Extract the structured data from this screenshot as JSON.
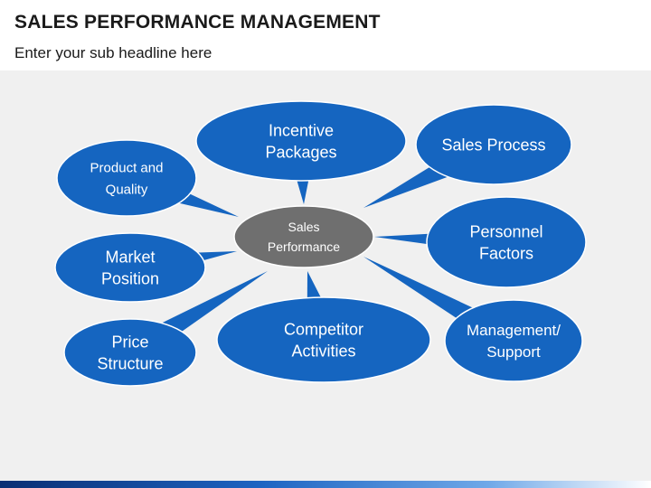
{
  "header": {
    "title": "SALES PERFORMANCE MANAGEMENT",
    "subtitle": "Enter your sub headline here"
  },
  "diagram": {
    "center": {
      "lines": [
        "Sales",
        "Performance"
      ]
    },
    "nodes": [
      {
        "id": "incentive-packages",
        "lines": [
          "Incentive",
          "Packages"
        ]
      },
      {
        "id": "sales-process",
        "lines": [
          "Sales Process"
        ]
      },
      {
        "id": "product-and-quality",
        "lines": [
          "Product and",
          "Quality"
        ]
      },
      {
        "id": "personnel-factors",
        "lines": [
          "Personnel",
          "Factors"
        ]
      },
      {
        "id": "market-position",
        "lines": [
          "Market",
          "Position"
        ]
      },
      {
        "id": "management-support",
        "lines": [
          "Management/",
          "Support"
        ]
      },
      {
        "id": "competitor-activities",
        "lines": [
          "Competitor",
          "Activities"
        ]
      },
      {
        "id": "price-structure",
        "lines": [
          "Price",
          "Structure"
        ]
      }
    ],
    "colors": {
      "node_fill": "#1565c0",
      "node_stroke": "#ffffff",
      "center_fill": "#6f6f6f",
      "text": "#ffffff",
      "background": "#f0f0f0"
    }
  }
}
